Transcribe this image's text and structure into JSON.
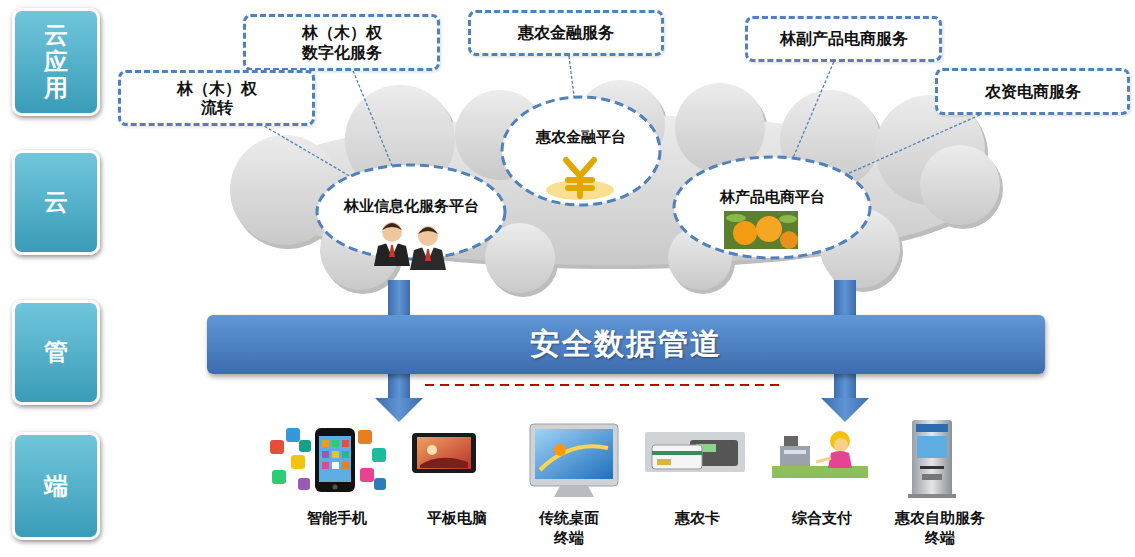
{
  "diagram": {
    "nodes": [
      {
        "text": [
          "云应用"
        ]
      },
      {
        "text": [
          "林（木）权 数字化服务"
        ]
      },
      {
        "text": [
          "惠农金融服务"
        ]
      },
      {
        "text": [
          "林副产品电商服务"
        ]
      },
      {
        "text": [
          "林（木）权 流转"
        ]
      },
      {
        "text": [
          "农资电商服务"
        ]
      },
      {
        "text": [
          "云"
        ]
      },
      {
        "text": [
          "惠农金融平台"
        ]
      },
      {
        "text": [
          "林业信息化服务平台"
        ]
      },
      {
        "text": [
          "林产品电商平台"
        ]
      },
      {
        "text": [
          "管"
        ]
      },
      {
        "text": [
          "安全数据管道"
        ]
      },
      {
        "text": [
          "端"
        ]
      }
    ],
    "edges": [
      {
        "from": 4,
        "to": 8,
        "arrow": "none"
      },
      {
        "from": 1,
        "to": 8,
        "arrow": "none"
      },
      {
        "from": 2,
        "to": 7,
        "arrow": "none"
      },
      {
        "from": 3,
        "to": 9,
        "arrow": "none"
      },
      {
        "from": 5,
        "to": 9,
        "arrow": "none"
      }
    ],
    "labels": [
      "智能手机",
      "平板电脑",
      "传统桌面 终端",
      "惠农卡",
      "综合支付",
      "惠农自助服务 终端"
    ]
  }
}
